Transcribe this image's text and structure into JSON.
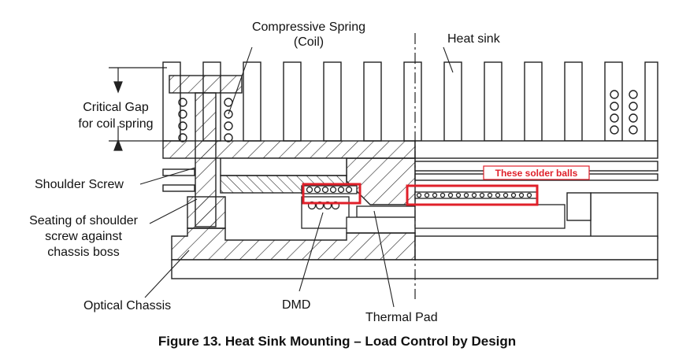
{
  "labels": {
    "compressive_spring_line1": "Compressive Spring",
    "compressive_spring_line2": "(Coil)",
    "heat_sink": "Heat sink",
    "critical_gap_line1": "Critical Gap",
    "critical_gap_line2": "for coil spring",
    "shoulder_screw": "Shoulder Screw",
    "seating_line1": "Seating of shoulder",
    "seating_line2": "screw against",
    "seating_line3": "chassis boss",
    "optical_chassis": "Optical Chassis",
    "dmd": "DMD",
    "thermal_pad": "Thermal Pad"
  },
  "callout": {
    "text": "These solder balls",
    "color": "#e0202a"
  },
  "highlight_color": "#e0202a",
  "caption": "Figure 13. Heat Sink Mounting – Load Control by Design"
}
